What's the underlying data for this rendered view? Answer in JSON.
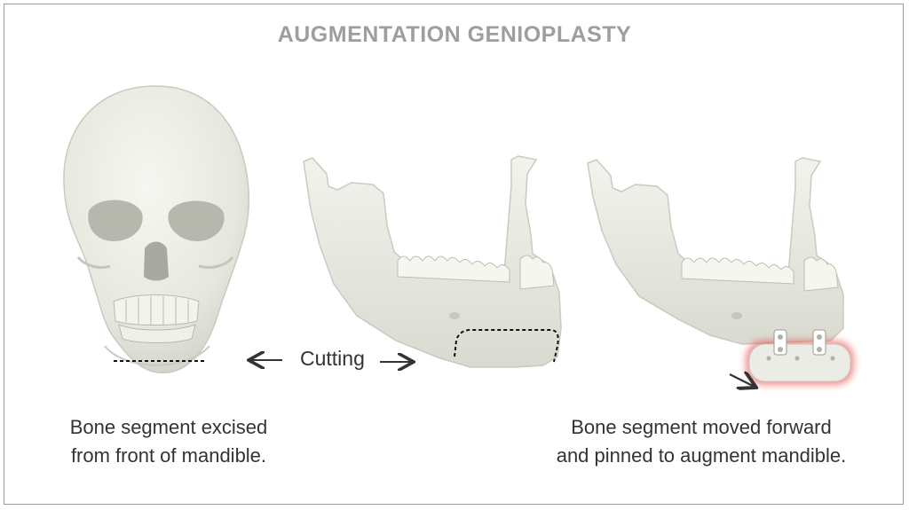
{
  "title": "AUGMENTATION GENIOPLASTY",
  "cutting_label": "Cutting",
  "captions": {
    "left": [
      "Bone segment excised",
      "from front of mandible."
    ],
    "right": [
      "Bone segment moved forward",
      "and pinned to augment mandible."
    ]
  },
  "colors": {
    "title": "#9e9e9e",
    "text": "#333333",
    "bone": "#ececE6",
    "bone_shadow": "#cfd0c6",
    "glow": "#e53935"
  },
  "icons": [
    "skull-illustration",
    "mandible-cut-illustration",
    "mandible-augmented-illustration",
    "arrow-left-icon",
    "arrow-right-icon",
    "arrow-forward-icon"
  ]
}
